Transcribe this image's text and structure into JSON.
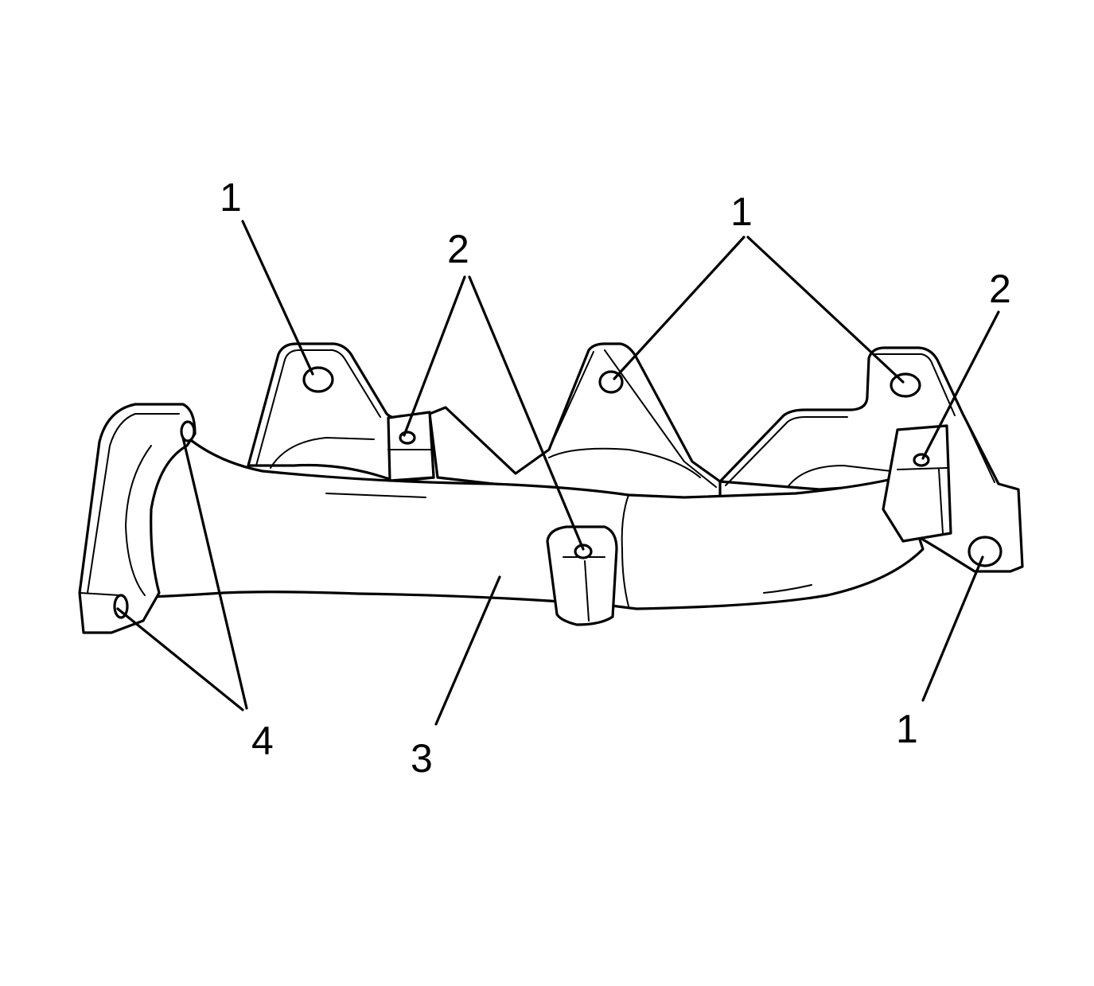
{
  "callouts": {
    "c1_top_left": "1",
    "c2_upper_middle": "2",
    "c1_top_right": "1",
    "c2_right": "2",
    "c4_lower_left": "4",
    "c3_lower_middle": "3",
    "c1_lower_right": "1"
  },
  "colors": {
    "ink": "#000000",
    "background": "#ffffff"
  }
}
